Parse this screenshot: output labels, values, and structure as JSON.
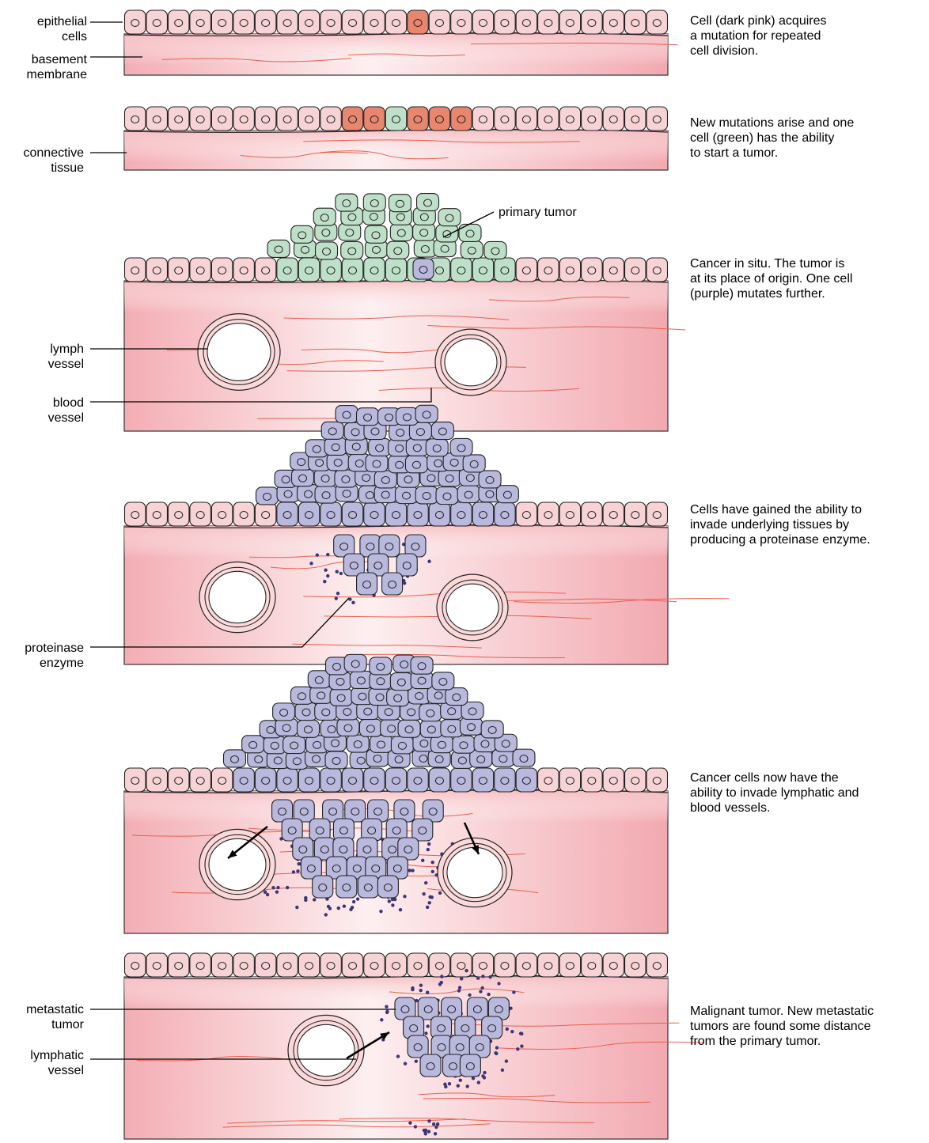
{
  "labels": {
    "epithelial_cells": "epithelial\ncells",
    "basement_membrane": "basement\nmembrane",
    "connective_tissue": "connective\ntissue",
    "primary_tumor": "primary tumor",
    "lymph_vessel": "lymph\nvessel",
    "blood_vessel": "blood\nvessel",
    "proteinase_enzyme": "proteinase\nenzyme",
    "metastatic_tumor": "metastatic\ntumor",
    "lymphatic_vessel": "lymphatic\nvessel"
  },
  "steps": [
    {
      "description": "Cell (dark pink) acquires\na mutation for repeated\ncell division."
    },
    {
      "description": "New mutations arise and one\ncell (green) has the ability\nto start a tumor."
    },
    {
      "description": "Cancer in situ.  The tumor is\nat its place of origin.  One cell\n(purple) mutates further."
    },
    {
      "description": "Cells have gained the ability to\ninvade underlying tissues by\nproducing a proteinase enzyme."
    },
    {
      "description": "Cancer cells now have the\nability to invade lymphatic and\nblood vessels."
    },
    {
      "description": "Malignant tumor.  New metastatic\ntumors are found some distance\nfrom the primary tumor."
    }
  ],
  "colors": {
    "epithelium": "#f7d3d5",
    "tissue": "#f4b4b9",
    "tissue_light": "#fdf0f1",
    "mutant": "#e8876e",
    "green": "#bfe0c8",
    "purple": "#b9b8dd",
    "enzyme": "#3d3577",
    "fiber": "#e8604f"
  }
}
